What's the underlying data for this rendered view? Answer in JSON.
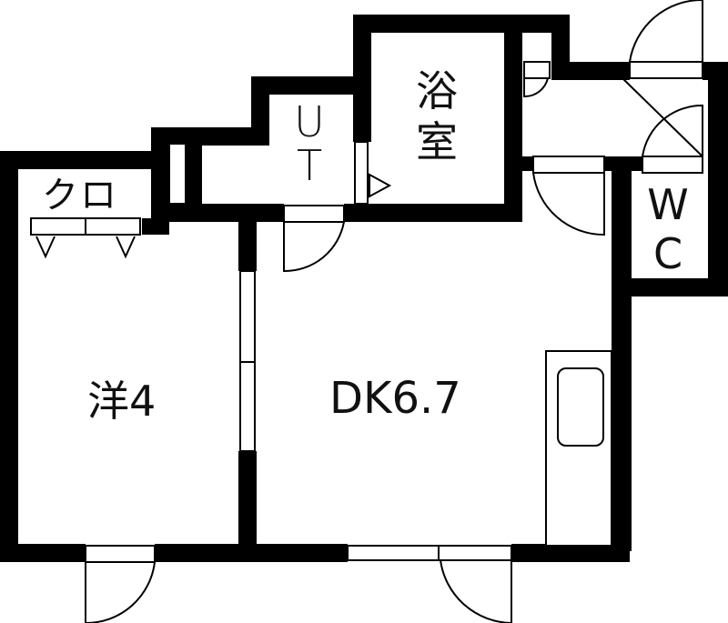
{
  "floor_plan": {
    "type": "apartment 1DK",
    "rooms": [
      {
        "id": "closet",
        "label": "クロ"
      },
      {
        "id": "utility",
        "label_line1": "U",
        "label_line2": "T"
      },
      {
        "id": "bathroom",
        "label_line1": "浴",
        "label_line2": "室"
      },
      {
        "id": "toilet",
        "label_line1": "W",
        "label_line2": "C"
      },
      {
        "id": "western_room",
        "label": "洋4"
      },
      {
        "id": "dining_kitchen",
        "label": "DK6.7"
      }
    ],
    "colors": {
      "wall": "#000000",
      "background": "#ffffff"
    }
  }
}
